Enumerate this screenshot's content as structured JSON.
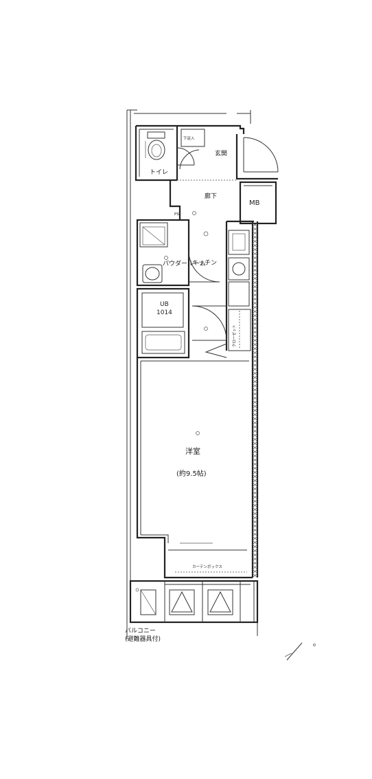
{
  "rooms": {
    "toilet": "トイレ",
    "entrance": "玄関",
    "shoe_box": "下足入",
    "hallway": "廊下",
    "mb": "MB",
    "ps": "PS",
    "powder_room": "パウダールーム",
    "kitchen": "キッチン",
    "unit_bath_name": "UB",
    "unit_bath_size": "1014",
    "closet": "クローゼット",
    "main_room": "洋室",
    "main_room_area": "(約9.5帖)",
    "curtain_rail": "カーテンボックス",
    "balcony": "バルコニー",
    "balcony_note": "(避難器具付)"
  }
}
